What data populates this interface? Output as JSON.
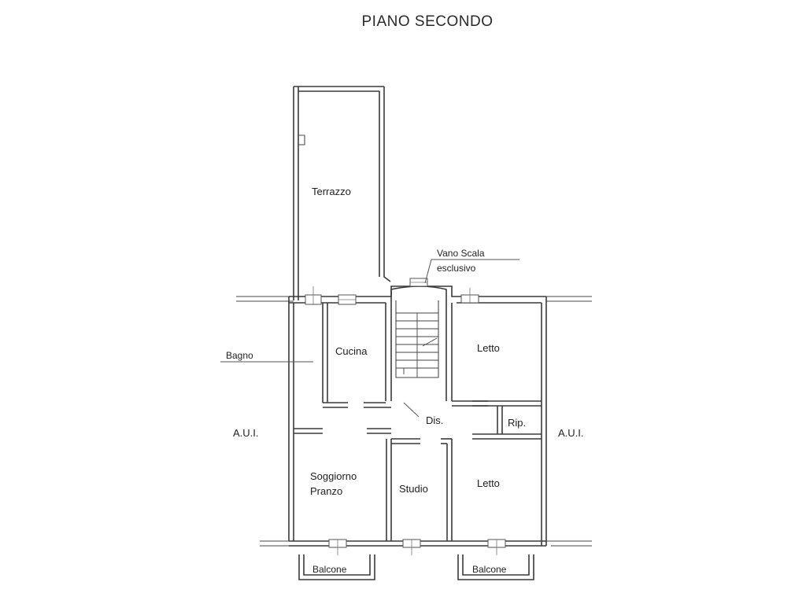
{
  "plan": {
    "title": "PIANO SECONDO",
    "rooms": {
      "terrazzo": "Terrazzo",
      "vano_scala_line1": "Vano Scala",
      "vano_scala_line2": "esclusivo",
      "bagno": "Bagno",
      "cucina": "Cucina",
      "letto_top": "Letto",
      "dis": "Dis.",
      "rip": "Rip.",
      "aui_left": "A.U.I.",
      "aui_right": "A.U.I.",
      "soggiorno_line1": "Soggiorno",
      "soggiorno_line2": "Pranzo",
      "studio": "Studio",
      "letto_bottom": "Letto",
      "balcone_left": "Balcone",
      "balcone_right": "Balcone"
    },
    "colors": {
      "wall": "#3a3a3a",
      "text": "#222222",
      "background": "#ffffff"
    }
  }
}
